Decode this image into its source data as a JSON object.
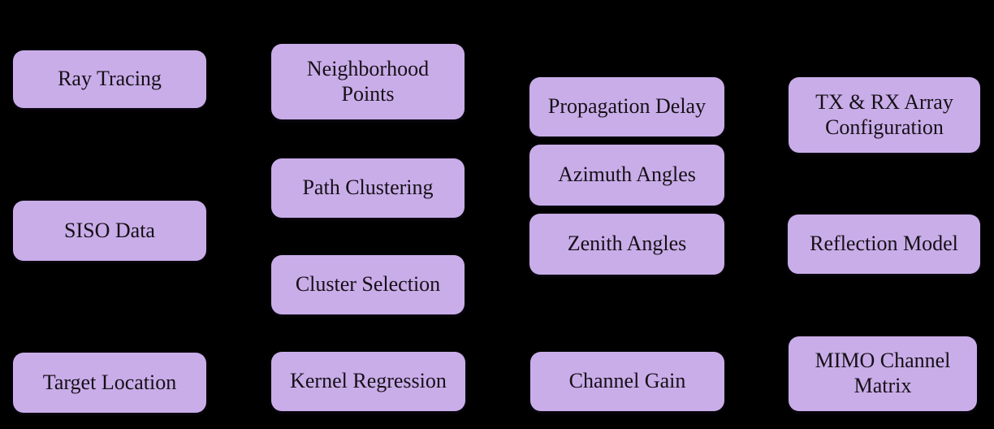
{
  "diagram": {
    "type": "flowchart",
    "background_color": "#000000",
    "node_fill_color": "#c9ade9",
    "node_text_color": "#161016",
    "columns": [
      {
        "nodes": [
          {
            "id": "ray-tracing",
            "label": "Ray Tracing"
          },
          {
            "id": "siso-data",
            "label": "SISO Data"
          },
          {
            "id": "target-location",
            "label": "Target Location"
          }
        ]
      },
      {
        "nodes": [
          {
            "id": "neighborhood-points",
            "label": "Neighborhood Points"
          },
          {
            "id": "path-clustering",
            "label": "Path Clustering"
          },
          {
            "id": "cluster-selection",
            "label": "Cluster Selection"
          },
          {
            "id": "kernel-regression",
            "label": "Kernel Regression"
          }
        ]
      },
      {
        "nodes": [
          {
            "id": "propagation-delay",
            "label": "Propagation Delay"
          },
          {
            "id": "azimuth-angles",
            "label": "Azimuth Angles"
          },
          {
            "id": "zenith-angles",
            "label": "Zenith Angles"
          },
          {
            "id": "channel-gain",
            "label": "Channel Gain"
          }
        ]
      },
      {
        "nodes": [
          {
            "id": "tx-rx-array-configuration",
            "label": "TX & RX Array Configuration"
          },
          {
            "id": "reflection-model",
            "label": "Reflection Model"
          },
          {
            "id": "mimo-channel-matrix",
            "label": "MIMO Channel Matrix"
          }
        ]
      }
    ]
  }
}
